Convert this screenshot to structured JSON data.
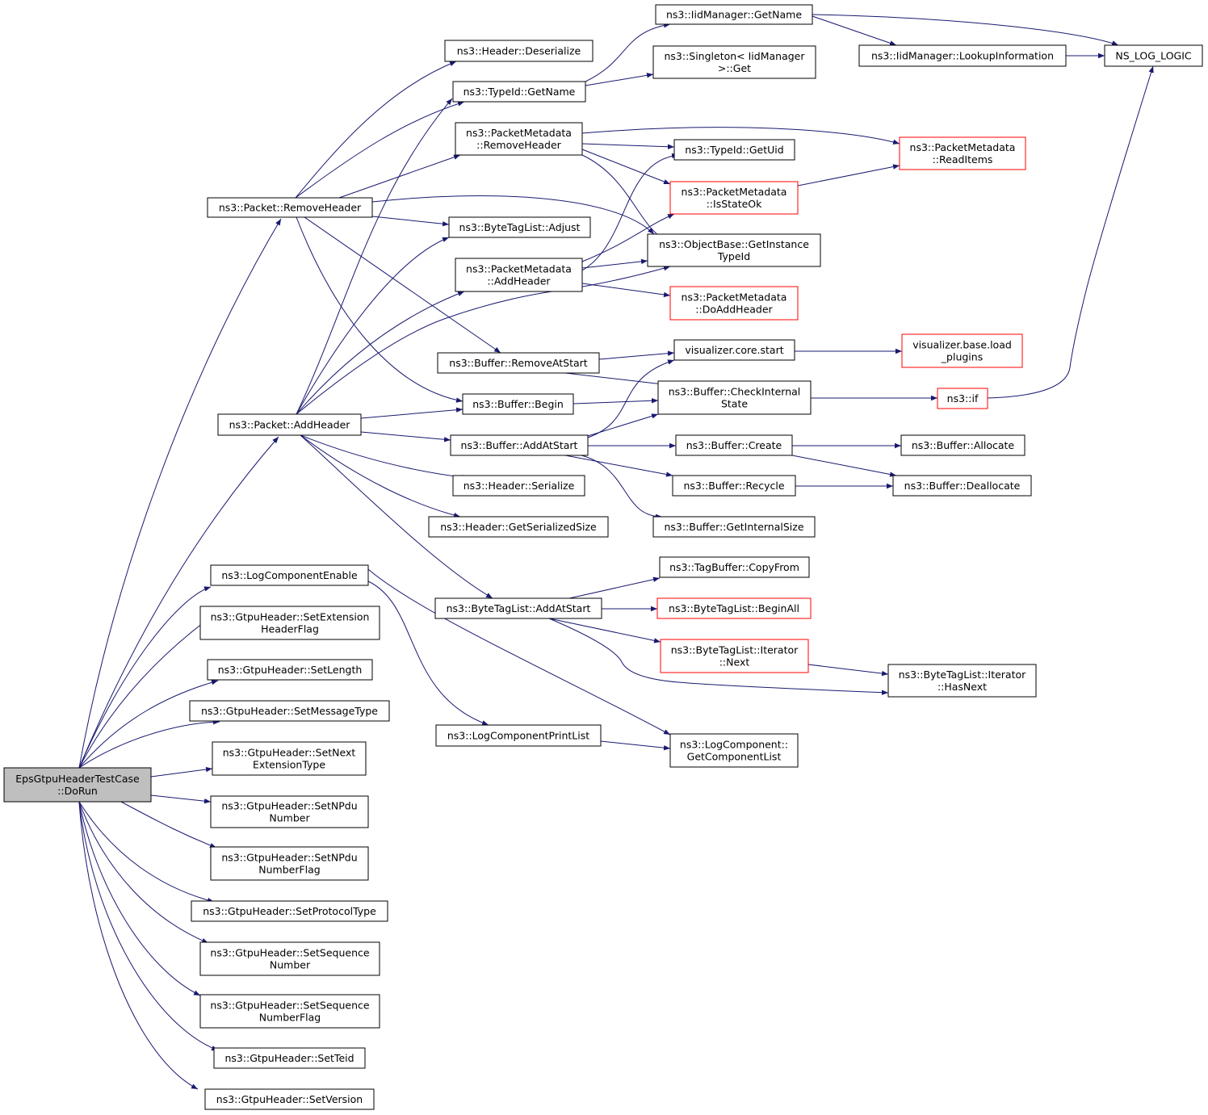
{
  "diagram": {
    "nodes": {
      "doRun": [
        "EpsGtpuHeaderTestCase",
        "::DoRun"
      ],
      "removeHeader": [
        "ns3::Packet::RemoveHeader"
      ],
      "addHeader": [
        "ns3::Packet::AddHeader"
      ],
      "logEnable": [
        "ns3::LogComponentEnable"
      ],
      "setExtHdr": [
        "ns3::GtpuHeader::SetExtension",
        "HeaderFlag"
      ],
      "setLength": [
        "ns3::GtpuHeader::SetLength"
      ],
      "setMsgType": [
        "ns3::GtpuHeader::SetMessageType"
      ],
      "setNextExt": [
        "ns3::GtpuHeader::SetNext",
        "ExtensionType"
      ],
      "setNPduNum": [
        "ns3::GtpuHeader::SetNPdu",
        "Number"
      ],
      "setNPduFlag": [
        "ns3::GtpuHeader::SetNPdu",
        "NumberFlag"
      ],
      "setProto": [
        "ns3::GtpuHeader::SetProtocolType"
      ],
      "setSeqNum": [
        "ns3::GtpuHeader::SetSequence",
        "Number"
      ],
      "setSeqFlag": [
        "ns3::GtpuHeader::SetSequence",
        "NumberFlag"
      ],
      "setTeid": [
        "ns3::GtpuHeader::SetTeid"
      ],
      "setVersion": [
        "ns3::GtpuHeader::SetVersion"
      ],
      "hdrDeserialize": [
        "ns3::Header::Deserialize"
      ],
      "typeIdGetName": [
        "ns3::TypeId::GetName"
      ],
      "pmRemoveHeader": [
        "ns3::PacketMetadata",
        "::RemoveHeader"
      ],
      "btlAdjust": [
        "ns3::ByteTagList::Adjust"
      ],
      "pmAddHeader": [
        "ns3::PacketMetadata",
        "::AddHeader"
      ],
      "bufRemoveAtStart": [
        "ns3::Buffer::RemoveAtStart"
      ],
      "bufBegin": [
        "ns3::Buffer::Begin"
      ],
      "bufAddAtStart": [
        "ns3::Buffer::AddAtStart"
      ],
      "hdrSerialize": [
        "ns3::Header::Serialize"
      ],
      "hdrGetSerSize": [
        "ns3::Header::GetSerializedSize"
      ],
      "btlAddAtStart": [
        "ns3::ByteTagList::AddAtStart"
      ],
      "logPrintList": [
        "ns3::LogComponentPrintList"
      ],
      "iidGetName": [
        "ns3::IidManager::GetName"
      ],
      "singletonGet": [
        "ns3::Singleton< IidManager",
        ">::Get"
      ],
      "typeIdGetUid": [
        "ns3::TypeId::GetUid"
      ],
      "pmIsStateOk": [
        "ns3::PacketMetadata",
        "::IsStateOk"
      ],
      "obGetInstTypeId": [
        "ns3::ObjectBase::GetInstance",
        "TypeId"
      ],
      "pmDoAddHeader": [
        "ns3::PacketMetadata",
        "::DoAddHeader"
      ],
      "vizCoreStart": [
        "visualizer.core.start"
      ],
      "bufCheckInternal": [
        "ns3::Buffer::CheckInternal",
        "State"
      ],
      "bufCreate": [
        "ns3::Buffer::Create"
      ],
      "bufRecycle": [
        "ns3::Buffer::Recycle"
      ],
      "bufGetInternalSize": [
        "ns3::Buffer::GetInternalSize"
      ],
      "tagBufCopyFrom": [
        "ns3::TagBuffer::CopyFrom"
      ],
      "btlBeginAll": [
        "ns3::ByteTagList::BeginAll"
      ],
      "btlIterNext": [
        "ns3::ByteTagList::Iterator",
        "::Next"
      ],
      "logGetCompList": [
        "ns3::LogComponent::",
        "GetComponentList"
      ],
      "iidLookupInfo": [
        "ns3::IidManager::LookupInformation"
      ],
      "pmReadItems": [
        "ns3::PacketMetadata",
        "::ReadItems"
      ],
      "vizBaseLoadPlugins": [
        "visualizer.base.load",
        "_plugins"
      ],
      "ns3If": [
        "ns3::if"
      ],
      "bufAllocate": [
        "ns3::Buffer::Allocate"
      ],
      "bufDeallocate": [
        "ns3::Buffer::Deallocate"
      ],
      "btlIterHasNext": [
        "ns3::ByteTagList::Iterator",
        "::HasNext"
      ],
      "nsLogLogic": [
        "NS_LOG_LOGIC"
      ]
    },
    "colors": {
      "edge": "#191970",
      "node_border": "#000000",
      "incomplete_node_border": "#ff0000",
      "root_fill": "#bfbfbf"
    },
    "red_nodes": [
      "pmReadItems",
      "pmIsStateOk",
      "pmDoAddHeader",
      "vizBaseLoadPlugins",
      "ns3If",
      "btlBeginAll",
      "btlIterNext"
    ],
    "root_node": "doRun"
  }
}
